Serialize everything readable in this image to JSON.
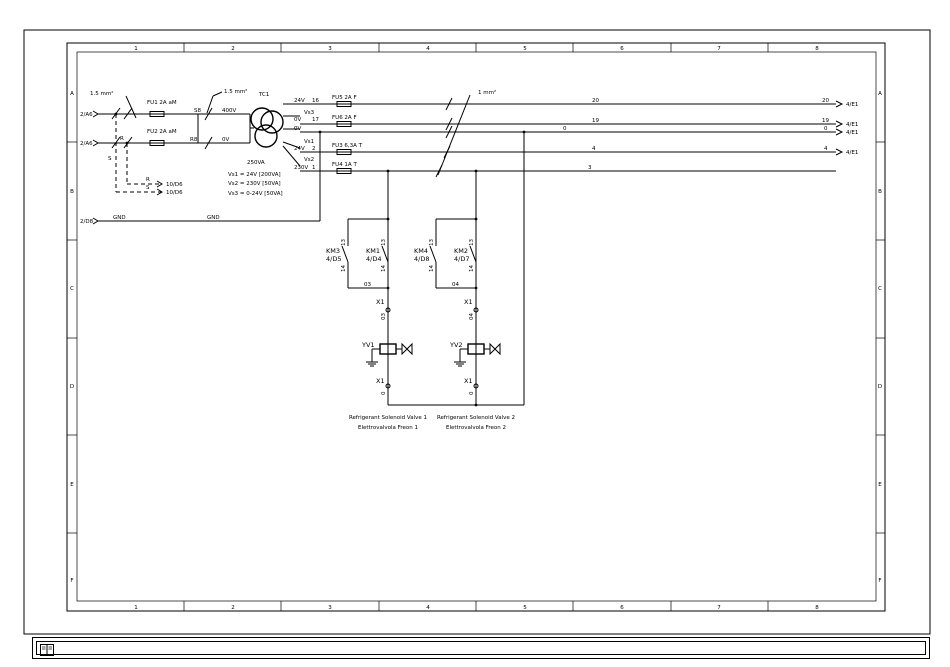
{
  "frame": {
    "columns": [
      "1",
      "2",
      "3",
      "4",
      "5",
      "6",
      "7",
      "8"
    ],
    "rows": [
      "A",
      "B",
      "C",
      "D",
      "E",
      "F"
    ]
  },
  "references": {
    "in_2A6_a": "2/A6",
    "in_2A6_b": "2/A6",
    "in_2D8": "2/D8",
    "out_10D6": "10/D6",
    "out_10D6_b": "10/D6",
    "out_4E1_a": "4/E1",
    "out_4E1_b": "4/E1",
    "out_4E1_c": "4/E1",
    "out_4E1_d": "4/E1"
  },
  "labels": {
    "wire_15a": "1.5 mm²",
    "wire_15b": "1.5 mm²",
    "wire_1": "1 mm²",
    "fu1": "FU1 2A aM",
    "fu2": "FU2 2A aM",
    "fu3": "FU3 6,3A T",
    "fu4": "FU4 1A T",
    "fu5": "FU5 2A F",
    "fu6": "FU6 2A F",
    "tc1": "TC1",
    "s8": "S8",
    "r8": "R8",
    "v400": "400V",
    "v0_pri": "0V",
    "va250": "250VA",
    "v24_16": "24V",
    "n16": "16",
    "vs3": "Vs3",
    "v0_17": "0V",
    "n17": "17",
    "v0_b": "0V",
    "vs1": "Vs1",
    "v24_2": "24V",
    "n2": "2",
    "vs2": "Vs2",
    "v230_1": "230V",
    "n1": "1",
    "spec1": "Vs1 = 24V   [200VA]",
    "spec2": "Vs2 = 230V  [50VA]",
    "spec3": "Vs3 = 0-24V [50VA]",
    "r_lbl": "R",
    "s_lbl": "S",
    "r2": "R",
    "s2": "S",
    "gnd1": "GND",
    "gnd2": "GND",
    "w20": "20",
    "w20b": "20",
    "w19": "19",
    "w19b": "19",
    "w0": "0",
    "w0b": "0",
    "w4": "4",
    "w4b": "4",
    "w3": "3",
    "km3": "KM3",
    "km3_ref": "4/D5",
    "km1": "KM1",
    "km1_ref": "4/D4",
    "km4": "KM4",
    "km4_ref": "4/D8",
    "km2": "KM2",
    "km2_ref": "4/D7",
    "c13a": "13",
    "c14a": "14",
    "c13b": "13",
    "c14b": "14",
    "c13c": "13",
    "c14c": "14",
    "c13d": "13",
    "c14d": "14",
    "w03": "03",
    "w04": "04",
    "x1a": "X1",
    "x1b": "X1",
    "x1c": "X1",
    "x1d": "X1",
    "x03": "03",
    "x04": "04",
    "x0a": "0",
    "x0b": "0",
    "yv1": "YV1",
    "yv2": "YV2",
    "desc1a": "Refrigerant Solenoid Valve 1",
    "desc1b": "Elettrovalvola Freon 1",
    "desc2a": "Refrigerant Solenoid Valve 2",
    "desc2b": "Elettrovalvola Freon 2"
  },
  "icons": {
    "footer": "book-icon"
  }
}
